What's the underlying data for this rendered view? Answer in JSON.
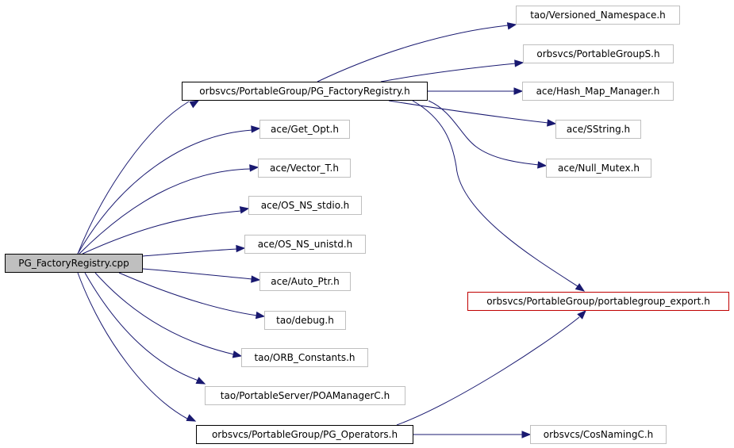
{
  "diagram": {
    "edge_color": "#191970",
    "nodes": [
      {
        "id": "root",
        "label": "PG_FactoryRegistry.cpp",
        "style": "root"
      },
      {
        "id": "pgfr",
        "label": "orbsvcs/PortableGroup/PG_FactoryRegistry.h",
        "style": "main"
      },
      {
        "id": "getopt",
        "label": "ace/Get_Opt.h",
        "style": "leaf"
      },
      {
        "id": "vector",
        "label": "ace/Vector_T.h",
        "style": "leaf"
      },
      {
        "id": "stdio",
        "label": "ace/OS_NS_stdio.h",
        "style": "leaf"
      },
      {
        "id": "unistd",
        "label": "ace/OS_NS_unistd.h",
        "style": "leaf"
      },
      {
        "id": "autoptr",
        "label": "ace/Auto_Ptr.h",
        "style": "leaf"
      },
      {
        "id": "debug",
        "label": "tao/debug.h",
        "style": "leaf"
      },
      {
        "id": "orbc",
        "label": "tao/ORB_Constants.h",
        "style": "leaf"
      },
      {
        "id": "poam",
        "label": "tao/PortableServer/POAManagerC.h",
        "style": "leaf"
      },
      {
        "id": "pgops",
        "label": "orbsvcs/PortableGroup/PG_Operators.h",
        "style": "main"
      },
      {
        "id": "vns",
        "label": "tao/Versioned_Namespace.h",
        "style": "leaf"
      },
      {
        "id": "pgs",
        "label": "orbsvcs/PortableGroupS.h",
        "style": "leaf"
      },
      {
        "id": "hmm",
        "label": "ace/Hash_Map_Manager.h",
        "style": "leaf"
      },
      {
        "id": "sstr",
        "label": "ace/SString.h",
        "style": "leaf"
      },
      {
        "id": "nmutex",
        "label": "ace/Null_Mutex.h",
        "style": "leaf"
      },
      {
        "id": "pgexp",
        "label": "orbsvcs/PortableGroup/portablegroup_export.h",
        "style": "red"
      },
      {
        "id": "cosn",
        "label": "orbsvcs/CosNamingC.h",
        "style": "leaf"
      }
    ],
    "edges": [
      {
        "from": "root",
        "to": "pgfr"
      },
      {
        "from": "root",
        "to": "getopt"
      },
      {
        "from": "root",
        "to": "vector"
      },
      {
        "from": "root",
        "to": "stdio"
      },
      {
        "from": "root",
        "to": "unistd"
      },
      {
        "from": "root",
        "to": "autoptr"
      },
      {
        "from": "root",
        "to": "debug"
      },
      {
        "from": "root",
        "to": "orbc"
      },
      {
        "from": "root",
        "to": "poam"
      },
      {
        "from": "root",
        "to": "pgops"
      },
      {
        "from": "pgfr",
        "to": "vns"
      },
      {
        "from": "pgfr",
        "to": "pgs"
      },
      {
        "from": "pgfr",
        "to": "hmm"
      },
      {
        "from": "pgfr",
        "to": "sstr"
      },
      {
        "from": "pgfr",
        "to": "nmutex"
      },
      {
        "from": "pgfr",
        "to": "pgexp"
      },
      {
        "from": "pgops",
        "to": "pgexp"
      },
      {
        "from": "pgops",
        "to": "cosn"
      }
    ]
  }
}
